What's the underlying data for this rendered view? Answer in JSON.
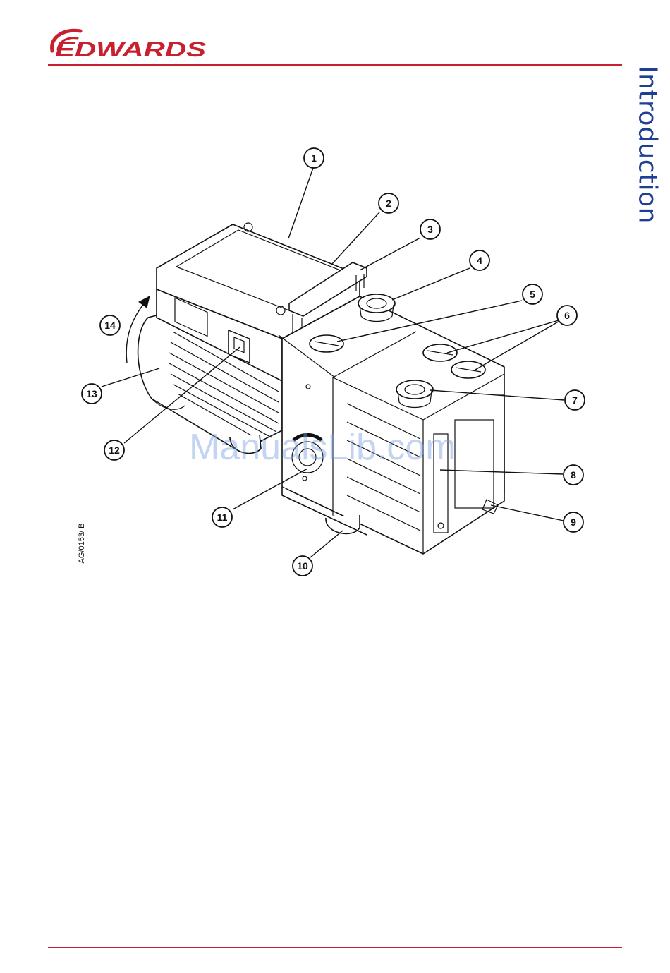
{
  "header": {
    "brand": "EDWARDS",
    "colors": {
      "accent": "#c8202f",
      "title": "#1f3f93"
    }
  },
  "section_title": "Introduction",
  "figure": {
    "code": "AG/0153/ B",
    "callouts": [
      "1",
      "2",
      "3",
      "4",
      "5",
      "6",
      "7",
      "8",
      "9",
      "10",
      "11",
      "12",
      "13",
      "14"
    ]
  },
  "watermark": "ManualsLib.com"
}
